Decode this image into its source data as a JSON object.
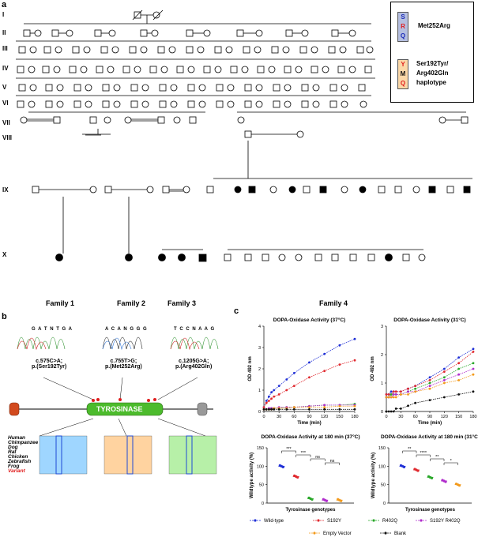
{
  "panel_labels": {
    "a": "a",
    "b": "b",
    "c": "c"
  },
  "generations": [
    "I",
    "II",
    "III",
    "IV",
    "V",
    "VI",
    "VII",
    "VIII",
    "IX",
    "X"
  ],
  "legend": {
    "met": {
      "letters": [
        "S",
        "R",
        "Q"
      ],
      "label": "Met252Arg"
    },
    "ser": {
      "letters": [
        "Y",
        "M",
        "Q"
      ],
      "label": "Ser192Tyr/\nArg402Gln\nhaplotype"
    }
  },
  "families": [
    "Family 1",
    "Family 2",
    "Family 3",
    "Family 4"
  ],
  "variants": [
    {
      "label": "c.575C>A;\np.(Ser192Tyr)",
      "seq": "G A T N T G A"
    },
    {
      "label": "c.755T>G;\np.(Met252Arg)",
      "seq": "A C A N G G G"
    },
    {
      "label": "c.1205G>A;\np.(Arg402Gln)",
      "seq": "T C C N A A G"
    }
  ],
  "protein_label": "TYROSINASE",
  "species": [
    "Human",
    "Chimpanzee",
    "Dog",
    "Rat",
    "Chicken",
    "Zebrafish",
    "Frog",
    "Variant"
  ],
  "chart_data": [
    {
      "type": "line",
      "title": "DOPA-Oxidase Activity (37°C)",
      "xlabel": "Time (min)",
      "ylabel": "OD 492 nm",
      "xlim": [
        0,
        180
      ],
      "ylim": [
        0,
        4
      ],
      "x": [
        0,
        5,
        10,
        15,
        20,
        30,
        45,
        60,
        90,
        120,
        150,
        180
      ],
      "series": [
        {
          "name": "Wild-type",
          "color": "#1f2fd6",
          "values": [
            0.2,
            0.5,
            0.7,
            0.9,
            1.0,
            1.2,
            1.5,
            1.8,
            2.3,
            2.7,
            3.1,
            3.4
          ]
        },
        {
          "name": "S192Y",
          "color": "#e0282e",
          "values": [
            0.2,
            0.4,
            0.5,
            0.6,
            0.7,
            0.8,
            1.0,
            1.2,
            1.6,
            1.9,
            2.2,
            2.4
          ]
        },
        {
          "name": "R402Q",
          "color": "#2aa82a",
          "values": [
            0.1,
            0.1,
            0.1,
            0.15,
            0.15,
            0.15,
            0.2,
            0.2,
            0.25,
            0.3,
            0.3,
            0.35
          ]
        },
        {
          "name": "S192Y R402Q",
          "color": "#b02ccc",
          "values": [
            0.1,
            0.1,
            0.15,
            0.15,
            0.15,
            0.2,
            0.2,
            0.2,
            0.25,
            0.3,
            0.3,
            0.3
          ]
        },
        {
          "name": "Empty Vector",
          "color": "#f39a1c",
          "values": [
            0.1,
            0.1,
            0.1,
            0.1,
            0.15,
            0.15,
            0.15,
            0.2,
            0.2,
            0.2,
            0.25,
            0.25
          ]
        },
        {
          "name": "Blank",
          "color": "#111111",
          "values": [
            0.1,
            0.1,
            0.1,
            0.1,
            0.1,
            0.1,
            0.1,
            0.1,
            0.1,
            0.1,
            0.1,
            0.1
          ]
        }
      ]
    },
    {
      "type": "line",
      "title": "DOPA-Oxidase Activity (31°C)",
      "xlabel": "Time (min)",
      "ylabel": "OD 492 nm",
      "xlim": [
        0,
        180
      ],
      "ylim": [
        0,
        3
      ],
      "x": [
        0,
        5,
        10,
        15,
        20,
        30,
        45,
        60,
        90,
        120,
        150,
        180
      ],
      "series": [
        {
          "name": "Wild-type",
          "color": "#1f2fd6",
          "values": [
            0.6,
            0.6,
            0.7,
            0.7,
            0.7,
            0.7,
            0.8,
            0.9,
            1.2,
            1.5,
            1.9,
            2.2
          ]
        },
        {
          "name": "S192Y",
          "color": "#e0282e",
          "values": [
            0.6,
            0.6,
            0.6,
            0.7,
            0.7,
            0.7,
            0.8,
            0.9,
            1.1,
            1.4,
            1.7,
            2.1
          ]
        },
        {
          "name": "R402Q",
          "color": "#2aa82a",
          "values": [
            0.5,
            0.5,
            0.6,
            0.6,
            0.6,
            0.6,
            0.7,
            0.8,
            1.0,
            1.2,
            1.5,
            1.7
          ]
        },
        {
          "name": "S192Y R402Q",
          "color": "#b02ccc",
          "values": [
            0.5,
            0.5,
            0.5,
            0.6,
            0.6,
            0.6,
            0.7,
            0.7,
            0.9,
            1.1,
            1.3,
            1.5
          ]
        },
        {
          "name": "Empty Vector",
          "color": "#f39a1c",
          "values": [
            0.5,
            0.5,
            0.5,
            0.5,
            0.5,
            0.6,
            0.6,
            0.7,
            0.8,
            1.0,
            1.1,
            1.3
          ]
        },
        {
          "name": "Blank",
          "color": "#111111",
          "values": [
            0.0,
            0.0,
            0.0,
            0.0,
            0.1,
            0.1,
            0.2,
            0.3,
            0.4,
            0.5,
            0.6,
            0.7
          ]
        }
      ]
    },
    {
      "type": "scatter",
      "title": "DOPA-Oxidase Activity at 180 min (37°C)",
      "xlabel": "Tyrosinase genotypes",
      "ylabel": "Wildtype activity (%)",
      "ylim": [
        0,
        150
      ],
      "categories": [
        "Wild-type",
        "S192Y",
        "R402Q",
        "S192Y R402Q",
        "Empty Vector"
      ],
      "values": [
        100,
        72,
        12,
        8,
        8
      ],
      "annotations": [
        "***",
        "***",
        "ns",
        "ns"
      ]
    },
    {
      "type": "scatter",
      "title": "DOPA-Oxidase Activity at 180 min (31°C)",
      "xlabel": "Tyrosinase genotypes",
      "ylabel": "Wildtype activity (%)",
      "ylim": [
        0,
        150
      ],
      "categories": [
        "Wild-type",
        "S192Y",
        "R402Q",
        "S192Y R402Q",
        "Empty Vector"
      ],
      "values": [
        100,
        90,
        70,
        60,
        50
      ],
      "annotations": [
        "**",
        "****",
        "**",
        "*"
      ]
    }
  ],
  "legend_c": [
    {
      "name": "Wild-type",
      "color": "#1f2fd6"
    },
    {
      "name": "S192Y",
      "color": "#e0282e"
    },
    {
      "name": "R402Q",
      "color": "#2aa82a"
    },
    {
      "name": "S192Y R402Q",
      "color": "#b02ccc"
    },
    {
      "name": "Empty Vector",
      "color": "#f39a1c"
    },
    {
      "name": "Blank",
      "color": "#111111"
    }
  ],
  "axis_ticks": {
    "time": [
      "0",
      "30",
      "60",
      "90",
      "120",
      "150",
      "180"
    ],
    "od37": [
      "0",
      "1",
      "2",
      "3",
      "4"
    ],
    "od31": [
      "0",
      "1",
      "2",
      "3"
    ],
    "pct": [
      "0",
      "50",
      "100",
      "150"
    ]
  }
}
